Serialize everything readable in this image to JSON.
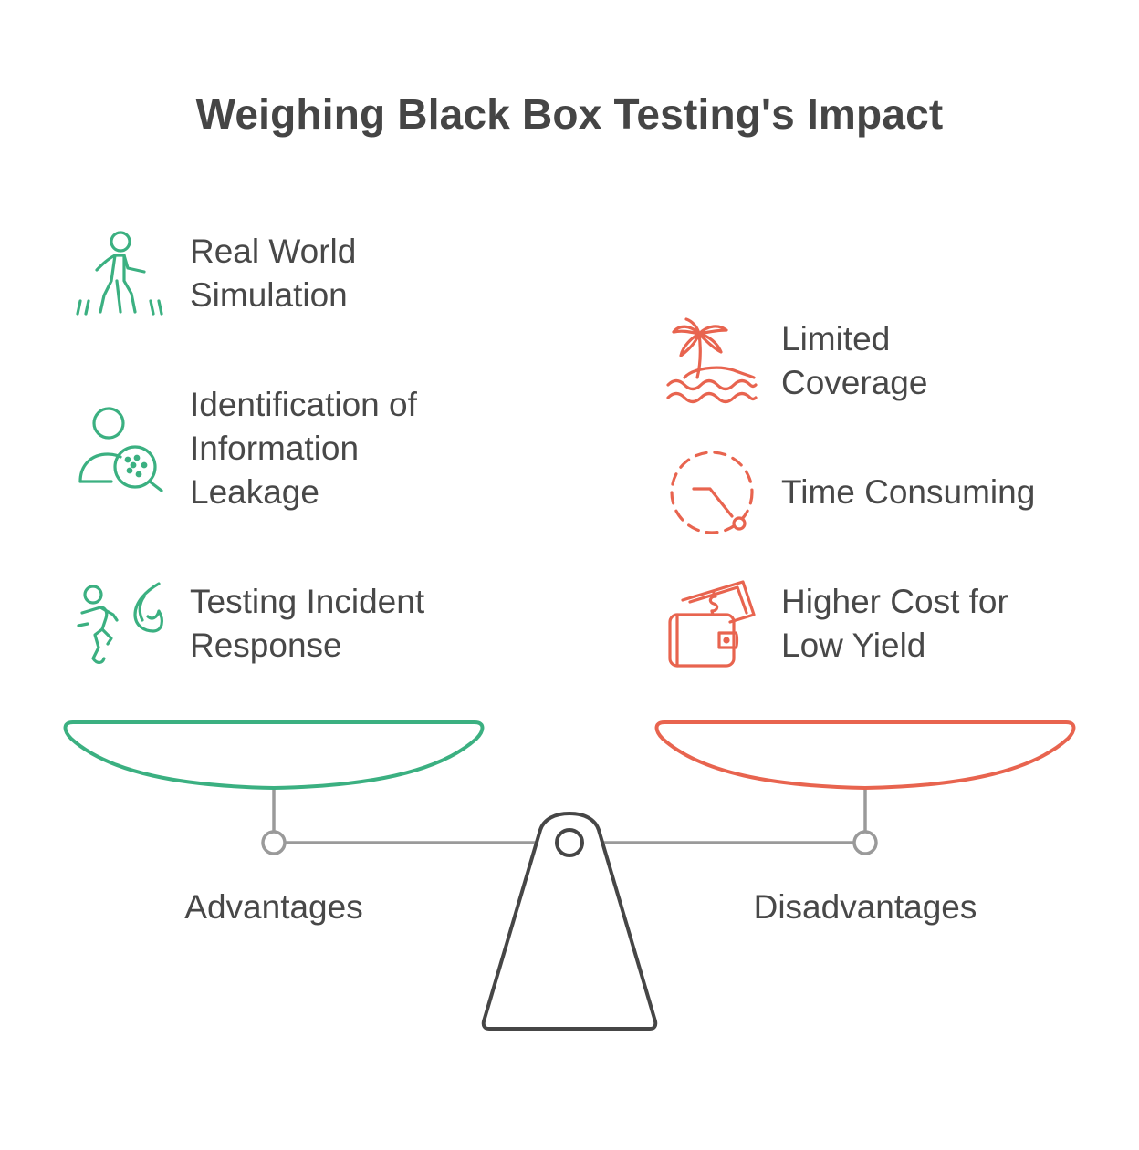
{
  "title": "Weighing Black Box Testing's Impact",
  "colors": {
    "advantage": "#3bb081",
    "disadvantage": "#e8644f",
    "neutral": "#9a9a9a",
    "fulcrum": "#464646",
    "text": "#484848"
  },
  "advantages": {
    "label": "Advantages",
    "items": [
      {
        "label": "Real World\nSimulation",
        "icon": "walking-person-icon"
      },
      {
        "label": "Identification of\nInformation\nLeakage",
        "icon": "person-magnifier-icon"
      },
      {
        "label": "Testing Incident\nResponse",
        "icon": "person-fire-icon"
      }
    ]
  },
  "disadvantages": {
    "label": "Disadvantages",
    "items": [
      {
        "label": "Limited\nCoverage",
        "icon": "island-palm-icon"
      },
      {
        "label": "Time Consuming",
        "icon": "dashed-clock-icon"
      },
      {
        "label": "Higher Cost for\nLow Yield",
        "icon": "wallet-money-icon"
      }
    ]
  }
}
